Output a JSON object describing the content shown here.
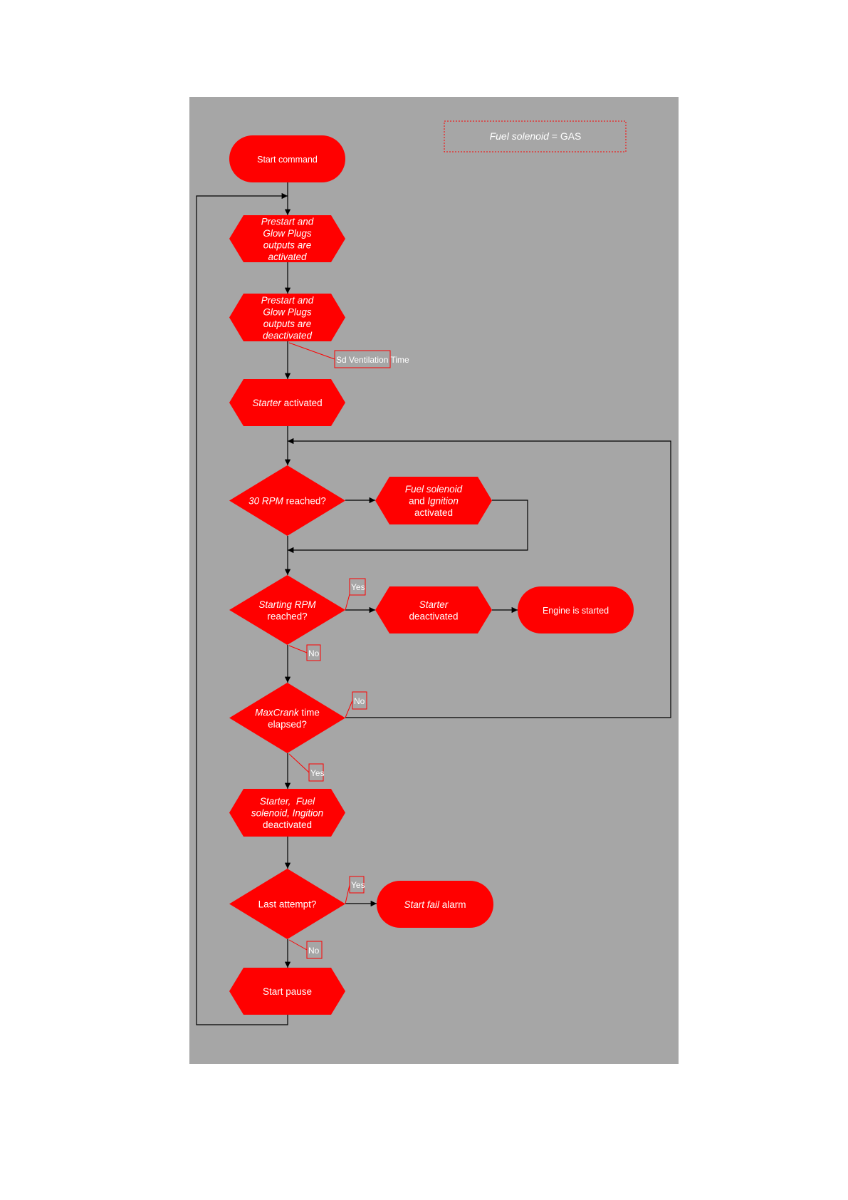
{
  "diagram": {
    "note": {
      "segments": [
        {
          "text": "Fuel solenoid",
          "italic": true
        },
        {
          "text": " = GAS",
          "italic": false
        }
      ]
    },
    "nodes": {
      "start_command": {
        "lines": [
          [
            {
              "text": "Start command",
              "italic": false
            }
          ]
        ]
      },
      "prestart_on": {
        "lines": [
          [
            {
              "text": "Prestart and",
              "italic": true
            }
          ],
          [
            {
              "text": "Glow Plugs",
              "italic": true
            }
          ],
          [
            {
              "text": "outputs are",
              "italic": true
            }
          ],
          [
            {
              "text": "activated",
              "italic": true
            }
          ]
        ]
      },
      "prestart_off": {
        "lines": [
          [
            {
              "text": "Prestart and",
              "italic": true
            }
          ],
          [
            {
              "text": "Glow Plugs",
              "italic": true
            }
          ],
          [
            {
              "text": "outputs are",
              "italic": true
            }
          ],
          [
            {
              "text": "deactivated",
              "italic": true
            }
          ]
        ]
      },
      "starter_on": {
        "lines": [
          [
            {
              "text": "Starter",
              "italic": true
            },
            {
              "text": " activated",
              "italic": false
            }
          ]
        ]
      },
      "rpm30_check": {
        "lines": [
          [
            {
              "text": "30 RPM",
              "italic": true
            },
            {
              "text": " reached?",
              "italic": false
            }
          ]
        ]
      },
      "fuel_ignition_on": {
        "lines": [
          [
            {
              "text": "Fuel solenoid",
              "italic": true
            }
          ],
          [
            {
              "text": "and ",
              "italic": false
            },
            {
              "text": "Ignition",
              "italic": true
            }
          ],
          [
            {
              "text": "activated",
              "italic": false
            }
          ]
        ]
      },
      "starting_rpm_check": {
        "lines": [
          [
            {
              "text": "Starting RPM",
              "italic": true
            }
          ],
          [
            {
              "text": "reached?",
              "italic": false
            }
          ]
        ]
      },
      "starter_off": {
        "lines": [
          [
            {
              "text": "Starter",
              "italic": true
            }
          ],
          [
            {
              "text": "deactivated",
              "italic": false
            }
          ]
        ]
      },
      "engine_started": {
        "lines": [
          [
            {
              "text": "Engine is started",
              "italic": false
            }
          ]
        ]
      },
      "maxcrank_check": {
        "lines": [
          [
            {
              "text": "MaxCrank",
              "italic": true
            },
            {
              "text": " time",
              "italic": false
            }
          ],
          [
            {
              "text": "elapsed?",
              "italic": false
            }
          ]
        ]
      },
      "all_off": {
        "lines": [
          [
            {
              "text": "Starter,  Fuel",
              "italic": true
            }
          ],
          [
            {
              "text": "solenoid, Ingition",
              "italic": true
            }
          ],
          [
            {
              "text": "deactivated",
              "italic": false
            }
          ]
        ]
      },
      "last_attempt_check": {
        "lines": [
          [
            {
              "text": "Last attempt?",
              "italic": false
            }
          ]
        ]
      },
      "start_fail_alarm": {
        "lines": [
          [
            {
              "text": "Start fail",
              "italic": true
            },
            {
              "text": " alarm",
              "italic": false
            }
          ]
        ]
      },
      "start_pause": {
        "lines": [
          [
            {
              "text": "Start pause",
              "italic": false
            }
          ]
        ]
      }
    },
    "callouts": {
      "sd_ventilation_time": "Sd Ventilation Time",
      "starting_rpm_yes": "Yes",
      "starting_rpm_no": "No",
      "maxcrank_no": "No",
      "maxcrank_yes": "Yes",
      "last_attempt_yes": "Yes",
      "last_attempt_no": "No"
    },
    "colors": {
      "background": "#a6a6a6",
      "node_fill": "#ff0000",
      "node_text": "#ffffff",
      "connector": "#000000",
      "callout": "#ff0000"
    }
  }
}
